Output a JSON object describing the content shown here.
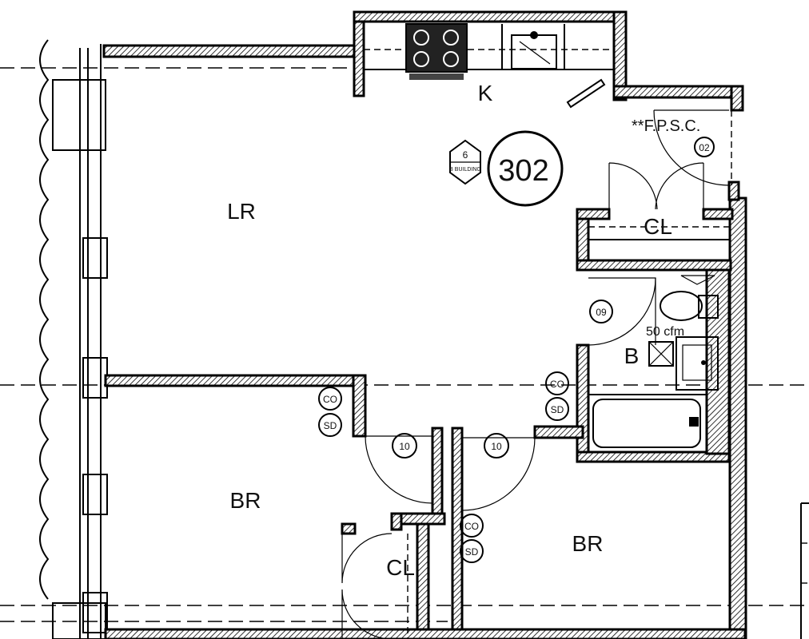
{
  "unit": {
    "number": "302",
    "building_tag_number": "6",
    "building_tag_text": "B BUILDING"
  },
  "rooms": {
    "kitchen": "K",
    "living": "LR",
    "closet_top": "CL",
    "bath": "B",
    "bedroom_left": "BR",
    "bedroom_right": "BR",
    "closet_bottom": "CL"
  },
  "fpsc": "**F.P.S.C.",
  "fan": "50 cfm",
  "door_tags": {
    "d02": "02",
    "d09": "09",
    "d10a": "10",
    "d10b": "10"
  },
  "detectors": {
    "co": "CO",
    "sd": "SD"
  }
}
